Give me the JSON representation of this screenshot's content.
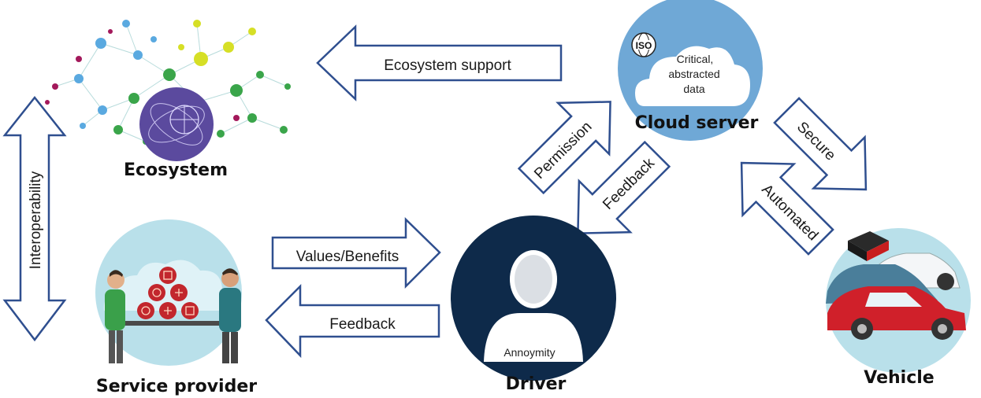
{
  "nodes": {
    "ecosystem": "Ecosystem",
    "cloud_server": "Cloud server",
    "service_provider": "Service provider",
    "driver": "Driver",
    "vehicle": "Vehicle"
  },
  "cloud_text": [
    "Critical,",
    "abstracted",
    "data"
  ],
  "iso_label": "ISO",
  "driver_badge": "Annoymity",
  "arrows": {
    "ecosystem_support": "Ecosystem support",
    "permission": "Permission",
    "feedback_cloud": "Feedback",
    "secure": "Secure",
    "automated": "Automated",
    "values_benefits": "Values/Benefits",
    "feedback_provider": "Feedback",
    "interoperability": "Interoperability"
  },
  "colors": {
    "arrow_stroke": "#2f4f8f",
    "cloud_circle": "#6fa8d6",
    "driver_circle": "#0e2a4a",
    "light_circle": "#b9e0ea",
    "cluster_green": "#3aa54a",
    "cluster_blue": "#5aa9e0",
    "cluster_yellow": "#d6df26",
    "cluster_magenta": "#a3195b",
    "globe_purple": "#5b4a9e",
    "car_red": "#d0202a",
    "car_teal": "#4a7e9a"
  }
}
